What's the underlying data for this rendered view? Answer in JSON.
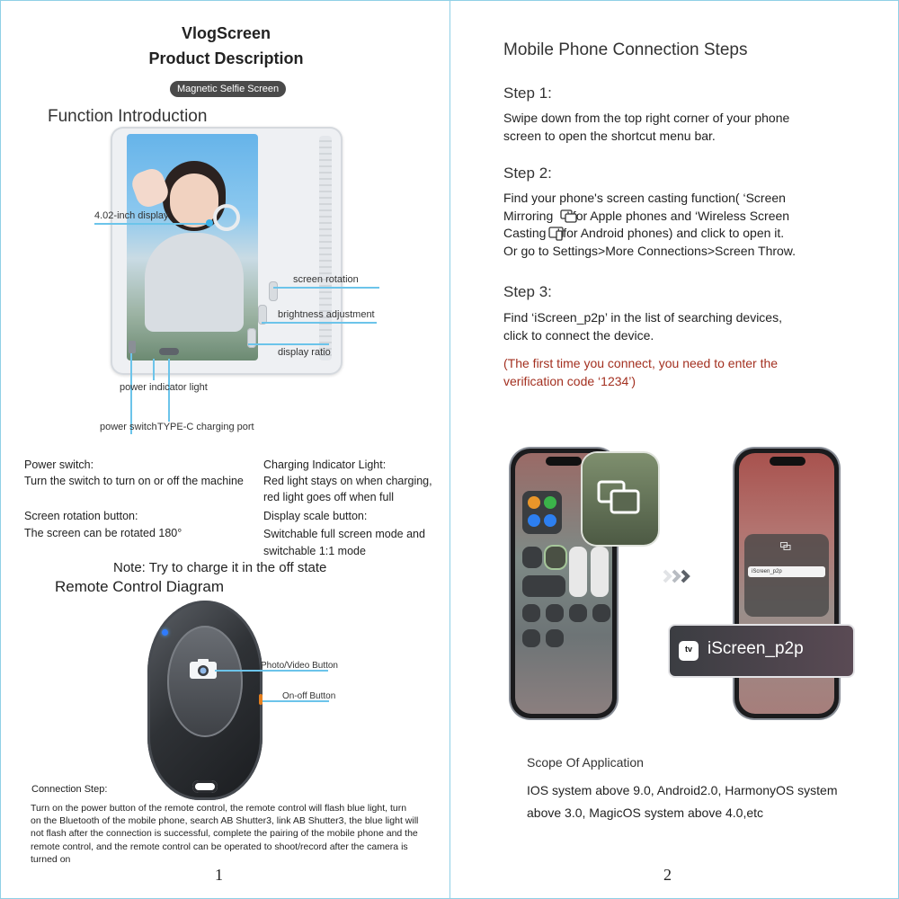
{
  "page1": {
    "title_line1": "VlogScreen",
    "title_line2": "Product Description",
    "badge": "Magnetic Selfie Screen",
    "function_heading": "Function Introduction",
    "callouts": {
      "display": "4.02-inch display",
      "rotation": "screen rotation",
      "brightness": "brightness adjustment",
      "ratio": "display ratio",
      "indicator": "power indicator light",
      "switch": "power switch",
      "port": "TYPE-C charging port"
    },
    "features": {
      "power_switch_title": "Power switch:",
      "power_switch_desc": "Turn the switch to turn on or off the machine",
      "charging_title": "Charging Indicator Light:",
      "charging_desc_1": "Red light stays on when charging,",
      "charging_desc_2": "red light goes off when full",
      "rotation_title": "Screen rotation button:",
      "rotation_desc": "The screen can be rotated 180°",
      "scale_title": "Display scale button:",
      "scale_desc_1": "Switchable full screen mode and",
      "scale_desc_2": "switchable 1:1 mode"
    },
    "note": "Note: Try to charge it in the off state",
    "remote_heading": "Remote Control Diagram",
    "remote_callouts": {
      "photo": "Photo/Video Button",
      "onoff": "On-off Button"
    },
    "connection_title": "Connection Step:",
    "connection_lines": [
      "Turn on the power button of the remote control, the remote control will flash blue light, turn",
      "on the Bluetooth of the mobile phone, search AB Shutter3, link AB Shutter3, the blue light will",
      "not flash after the connection is successful, complete the pairing of the mobile phone and the",
      "remote control, and the remote control can be operated to shoot/record after the camera is",
      "turned on"
    ],
    "page_number": "1"
  },
  "page2": {
    "heading": "Mobile Phone Connection Steps",
    "step1_title": "Step 1:",
    "step1_lines": [
      "Swipe down from the top right corner of your phone",
      "screen to open the shortcut menu bar."
    ],
    "step2_title": "Step 2:",
    "step2_lines": [
      "Find your phone's screen casting function( ‘Screen",
      "Mirroring     ’ for Apple phones and ‘Wireless Screen",
      "Casting    ’ for Android phones) and click to open it.",
      "Or go to Settings>More Connections>Screen Throw."
    ],
    "step3_title": "Step 3:",
    "step3_lines": [
      "Find ‘iScreen_p2p’ in the list of searching devices,",
      "click to connect the device."
    ],
    "step3_note_lines": [
      "(The first time you connect, you need to enter the",
      "verification code ‘1234’)"
    ],
    "device_list_item": "iScreen_p2p",
    "device_popup_label": "iScreen_p2p",
    "tv_badge": "tv",
    "scope_title": "Scope Of Application",
    "scope_lines": [
      "IOS system above 9.0, Android2.0, HarmonyOS system",
      "above 3.0, MagicOS system above 4.0,etc"
    ],
    "page_number": "2"
  },
  "colors": {
    "leader": "#6cc4ea",
    "note_red": "#a33020",
    "page_border": "#8fd0e6"
  }
}
